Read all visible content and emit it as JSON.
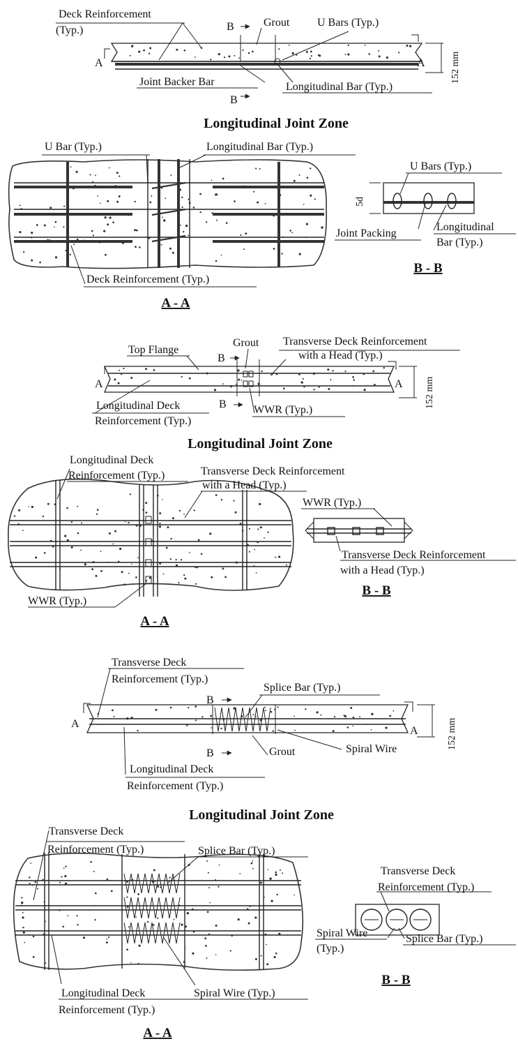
{
  "panel1": {
    "elevation": {
      "deck_reinforcement": "Deck Reinforcement",
      "deck_reinforcement_typ": "(Typ.)",
      "section_b_top": "B",
      "grout": "Grout",
      "u_bars": "U Bars (Typ.)",
      "section_a_left": "A",
      "section_a_right": "A",
      "dimension": "152 mm",
      "joint_backer_bar": "Joint Backer Bar",
      "longitudinal_bar": "Longitudinal Bar (Typ.)",
      "section_b_bottom": "B"
    },
    "title": "Longitudinal Joint Zone",
    "plan": {
      "u_bar": "U  Bar (Typ.)",
      "longitudinal_bar": "Longitudinal Bar (Typ.)",
      "deck_reinforcement": "Deck Reinforcement (Typ.)",
      "section_title": "A - A"
    },
    "section": {
      "u_bars": "U  Bars (Typ.)",
      "dim_5d": "5d",
      "joint_packing": "Joint Packing",
      "longitudinal_1": "Longitudinal",
      "longitudinal_2": "Bar (Typ.)",
      "section_title": "B - B"
    }
  },
  "panel2": {
    "elevation": {
      "grout": "Grout",
      "transverse_1": "Transverse Deck Reinforcement",
      "transverse_2": "with a Head (Typ.)",
      "top_flange": "Top Flange",
      "section_b_top": "B",
      "section_a_left": "A",
      "section_a_right": "A",
      "dimension": "152 mm",
      "longitudinal_1": "Longitudinal Deck",
      "longitudinal_2": "Reinforcement (Typ.)",
      "section_b_bottom": "B",
      "wwr": "WWR (Typ.)"
    },
    "title": "Longitudinal Joint Zone",
    "plan": {
      "longitudinal_1": "Longitudinal Deck",
      "longitudinal_2": "Reinforcement (Typ.)",
      "transverse_1": "Transverse Deck Reinforcement",
      "transverse_2": "with a Head (Typ.)",
      "wwr": "WWR (Typ.)",
      "section_title": "A - A"
    },
    "section": {
      "wwr": "WWR (Typ.)",
      "transverse_1": "Transverse Deck Reinforcement",
      "transverse_2": "with a Head (Typ.)",
      "section_title": "B - B"
    }
  },
  "panel3": {
    "elevation": {
      "transverse_1": "Transverse Deck",
      "transverse_2": "Reinforcement (Typ.)",
      "section_b_top": "B",
      "splice_bar": "Splice  Bar (Typ.)",
      "section_a_left": "A",
      "section_a_right": "A",
      "dimension": "152 mm",
      "section_b_bottom": "B",
      "grout": "Grout",
      "spiral_wire": "Spiral Wire",
      "longitudinal_1": "Longitudinal Deck",
      "longitudinal_2": "Reinforcement (Typ.)"
    },
    "title": "Longitudinal Joint Zone",
    "plan": {
      "transverse_1": "Transverse Deck",
      "transverse_2": "Reinforcement (Typ.)",
      "splice_bar": "Splice  Bar (Typ.)",
      "longitudinal_1": "Longitudinal Deck",
      "longitudinal_2": "Reinforcement (Typ.)",
      "spiral_wire": "Spiral Wire (Typ.)",
      "section_title": "A - A"
    },
    "section": {
      "transverse_1": "Transverse Deck",
      "transverse_2": "Reinforcement (Typ.)",
      "spiral_wire_1": "Spiral Wire",
      "spiral_wire_2": "(Typ.)",
      "splice_bar": "Splice  Bar (Typ.)",
      "section_title": "B - B"
    }
  }
}
